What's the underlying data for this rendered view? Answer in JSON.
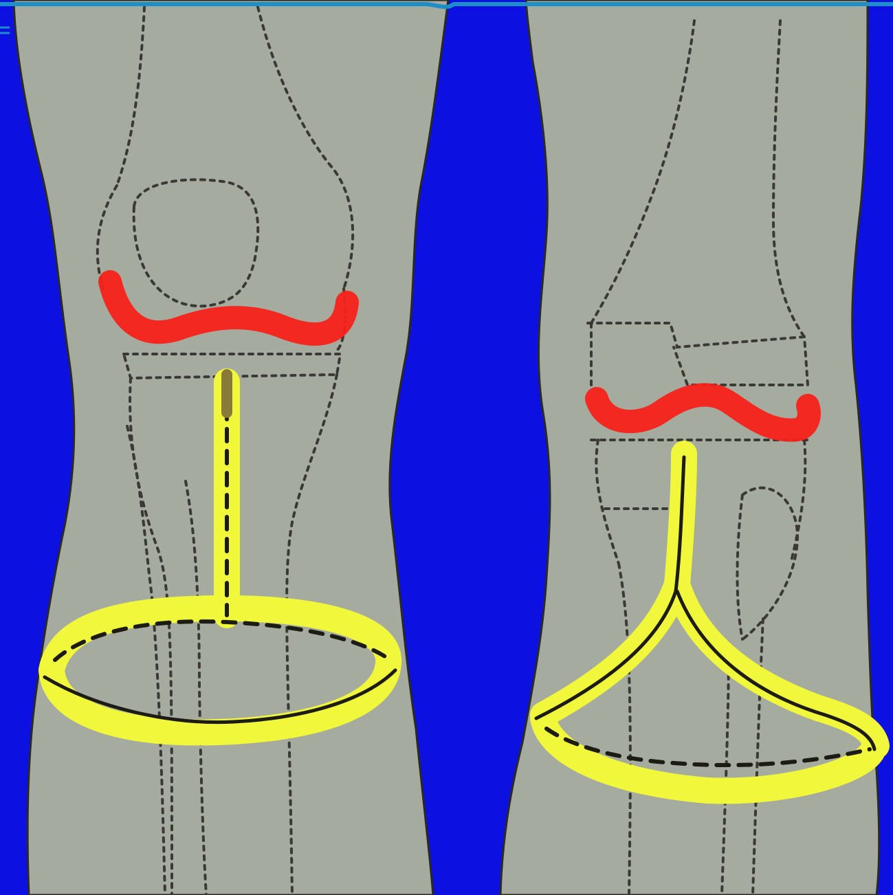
{
  "colors": {
    "background": "#0c10e0",
    "skin": "#a6ab9f",
    "outline": "#2a2a22",
    "meniscus": "#f7211a",
    "graft": "#f1f73a",
    "edge": "#1e8ec6"
  },
  "panels": [
    {
      "name": "left-knee-panel",
      "graft_shape": "ring-with-vertical-stem"
    },
    {
      "name": "right-knee-panel",
      "graft_shape": "y-branching-ring"
    }
  ]
}
